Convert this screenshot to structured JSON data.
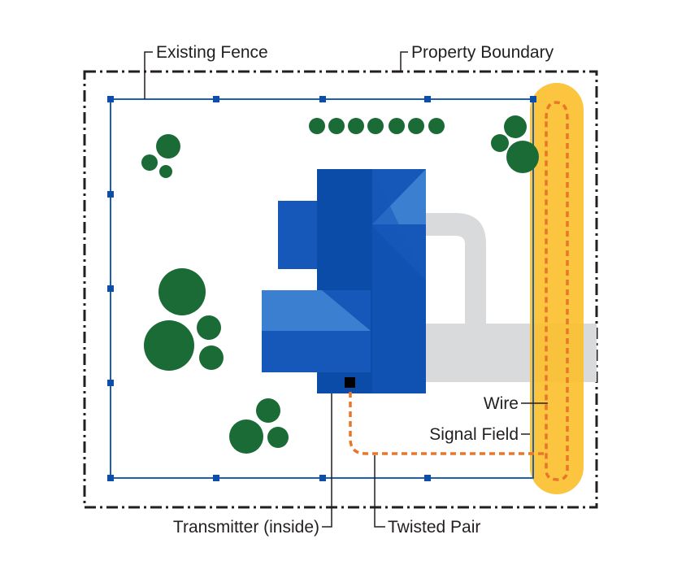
{
  "labels": {
    "existing_fence": "Existing Fence",
    "property_boundary": "Property Boundary",
    "wire": "Wire",
    "signal_field": "Signal Field",
    "transmitter": "Transmitter (inside)",
    "twisted_pair": "Twisted Pair"
  },
  "colors": {
    "boundary": "#231f20",
    "fence": "#1e5fb0",
    "fence_post": "#0d4fa8",
    "house_dark": "#0a4ca8",
    "house_mid": "#1658b9",
    "house_light": "#3a7fd0",
    "driveway": "#d9dadb",
    "tree": "#1b6b36",
    "signal_field": "#fbbf2a",
    "wire": "#e8772a",
    "transmitter": "#000000"
  }
}
